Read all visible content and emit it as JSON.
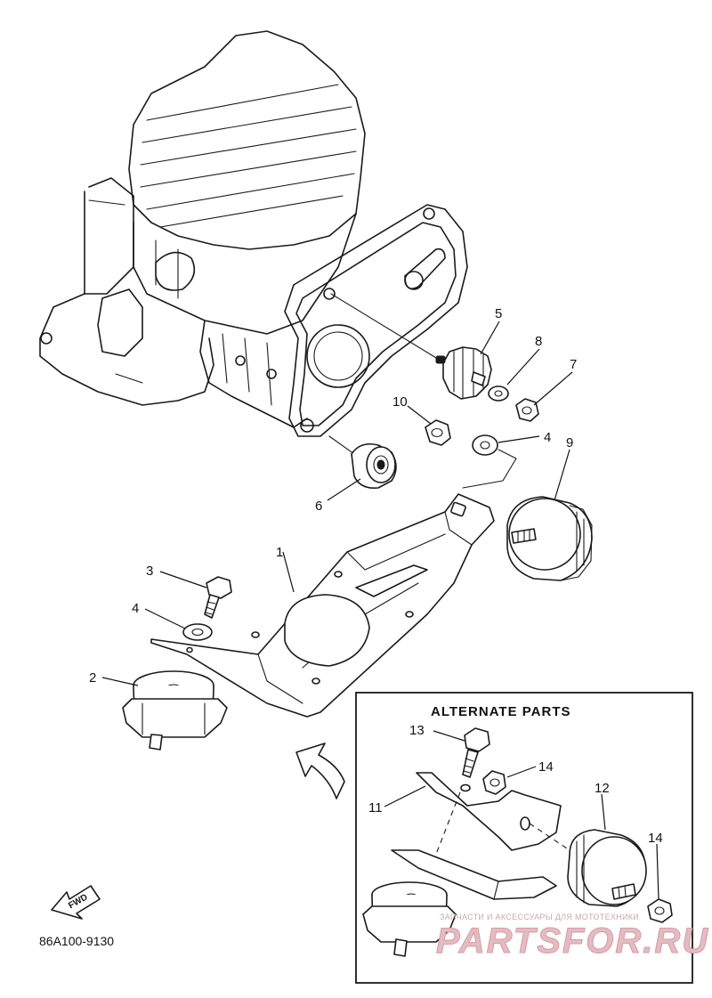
{
  "diagram": {
    "callouts": {
      "c1": "1",
      "c2": "2",
      "c3": "3",
      "c4a": "4",
      "c4b": "4",
      "c5": "5",
      "c6": "6",
      "c7": "7",
      "c8": "8",
      "c9": "9",
      "c10": "10",
      "c11": "11",
      "c12": "12",
      "c13": "13",
      "c14a": "14",
      "c14b": "14"
    },
    "alternate_box_title": "ALTERNATE PARTS",
    "fwd_label": "FWD",
    "diagram_code": "86A100-9130"
  },
  "watermark": {
    "small_text": "ЗАПЧАСТИ И АКСЕССУАРЫ ДЛЯ МОТОТЕХНИКИ",
    "logo_text": "PARTSFOR.RU"
  },
  "colors": {
    "line": "#1a1a1a",
    "background": "#ffffff",
    "watermark": "#e3bcc2"
  }
}
